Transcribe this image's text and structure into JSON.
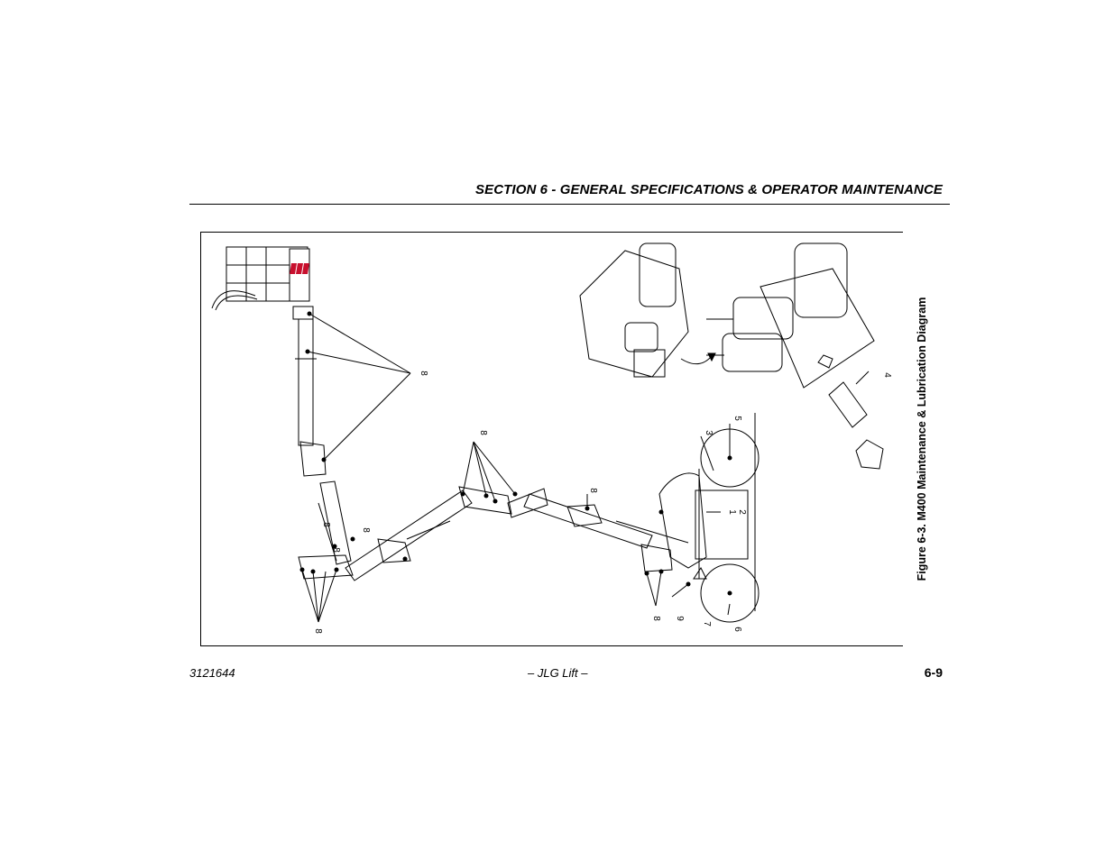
{
  "header": {
    "section_title": "SECTION 6 - GENERAL SPECIFICATIONS & OPERATOR MAINTENANCE"
  },
  "figure": {
    "caption": "Figure 6-3. M400 Maintenance & Lubrication Diagram",
    "callouts": [
      "8",
      "8",
      "8",
      "8",
      "8",
      "8",
      "8",
      "8",
      "1",
      "2",
      "3",
      "4",
      "5",
      "6",
      "7",
      "9"
    ]
  },
  "footer": {
    "doc_number": "3121644",
    "center_text": "– JLG Lift –",
    "page_number": "6-9"
  }
}
